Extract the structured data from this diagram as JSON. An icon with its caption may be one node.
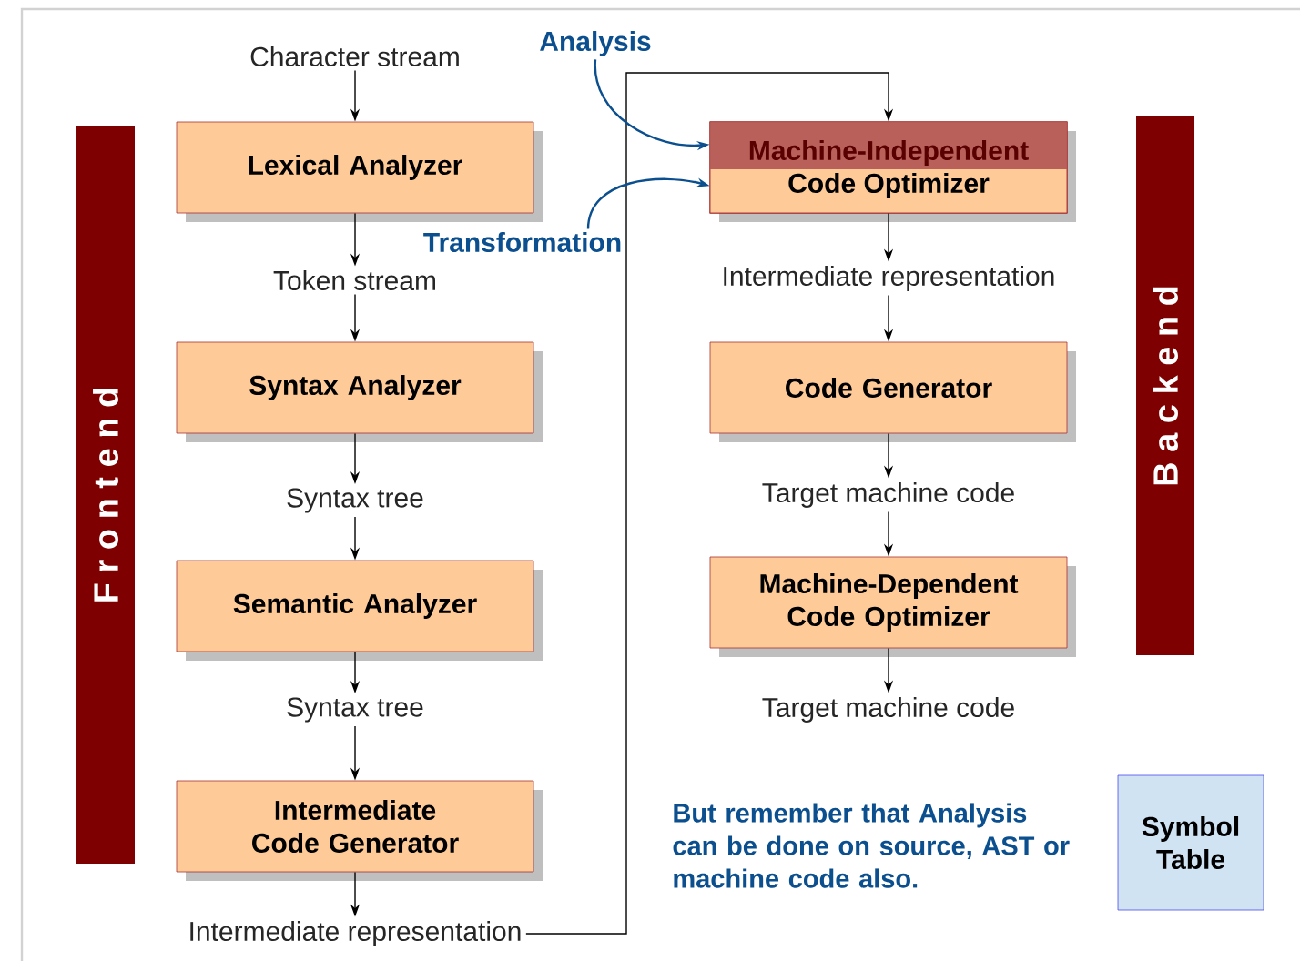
{
  "diagram": {
    "nodes": [
      {
        "text": [
          "F r o n t e n d"
        ]
      },
      {
        "text": [
          "B a c k e n d"
        ]
      },
      {
        "text": [
          "Character stream"
        ]
      },
      {
        "text": [
          "Lexical Analyzer"
        ]
      },
      {
        "text": [
          "Token stream"
        ]
      },
      {
        "text": [
          "Syntax Analyzer"
        ]
      },
      {
        "text": [
          "Syntax tree"
        ]
      },
      {
        "text": [
          "Semantic Analyzer"
        ]
      },
      {
        "text": [
          "Syntax tree"
        ]
      },
      {
        "text": [
          "Intermediate Code Generator"
        ]
      },
      {
        "text": [
          "Intermediate representation"
        ]
      },
      {
        "text": [
          "Machine-Independent",
          "Code Optimizer"
        ]
      },
      {
        "text": [
          "Intermediate representation"
        ]
      },
      {
        "text": [
          "Code Generator"
        ]
      },
      {
        "text": [
          "Target machine code"
        ]
      },
      {
        "text": [
          "Machine-Dependent Code Optimizer"
        ]
      },
      {
        "text": [
          "Target machine code"
        ]
      },
      {
        "text": [
          "Analysis"
        ]
      },
      {
        "text": [
          "Transformation"
        ]
      },
      {
        "text": [
          "Symbol Table"
        ]
      }
    ],
    "edges": [
      {
        "from": 2,
        "to": 3,
        "arrow": "to"
      },
      {
        "from": 3,
        "to": 4,
        "arrow": "to"
      },
      {
        "from": 4,
        "to": 5,
        "arrow": "to"
      },
      {
        "from": 5,
        "to": 6,
        "arrow": "to"
      },
      {
        "from": 6,
        "to": 7,
        "arrow": "to"
      },
      {
        "from": 7,
        "to": 8,
        "arrow": "to"
      },
      {
        "from": 8,
        "to": 9,
        "arrow": "to"
      },
      {
        "from": 9,
        "to": 10,
        "arrow": "to"
      },
      {
        "from": 10,
        "to": 11,
        "arrow": "to"
      },
      {
        "from": 11,
        "to": 12,
        "arrow": "to"
      },
      {
        "from": 12,
        "to": 13,
        "arrow": "to"
      },
      {
        "from": 13,
        "to": 14,
        "arrow": "to"
      },
      {
        "from": 14,
        "to": 15,
        "arrow": "to"
      },
      {
        "from": 15,
        "to": 16,
        "arrow": "to"
      },
      {
        "from": 17,
        "to": 11,
        "arrow": "to",
        "color": "#0b4f8f"
      },
      {
        "from": 18,
        "to": 11,
        "arrow": "to",
        "color": "#0b4f8f"
      }
    ],
    "labels": [
      "But remember that Analysis can be done on source, AST or machine code also."
    ]
  }
}
